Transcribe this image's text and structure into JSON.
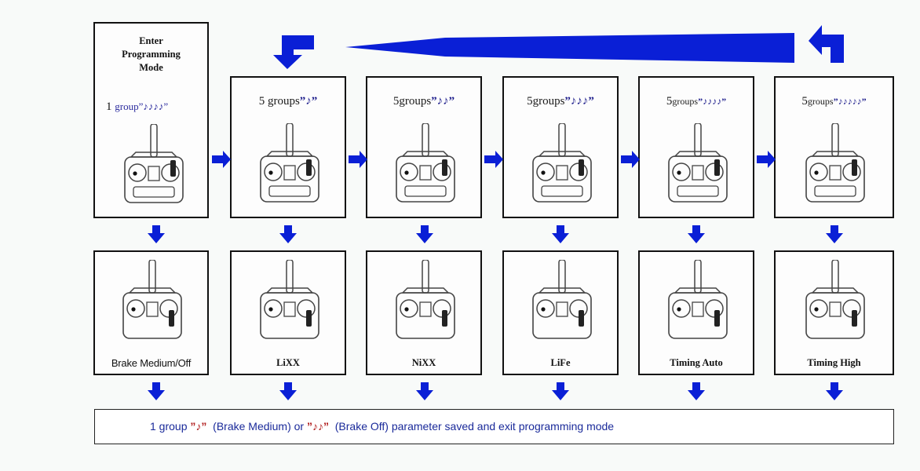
{
  "enter_box": {
    "title_line1": "Enter",
    "title_line2": "Programming",
    "title_line3": "Mode",
    "group_prefix": "1",
    "group_word": "group",
    "group_notes": "”♪♪♪♪”"
  },
  "top_boxes": [
    {
      "count": "5",
      "word": "groups",
      "notes": "”♪”"
    },
    {
      "count": "5",
      "word": "groups",
      "notes": "”♪♪”"
    },
    {
      "count": "5",
      "word": "groups",
      "notes": "”♪♪♪”"
    },
    {
      "count": "5",
      "word": "groups",
      "notes": "”♪♪♪♪”"
    },
    {
      "count": "5",
      "word": "groups",
      "notes": "”♪♪♪♪♪”"
    }
  ],
  "bottom_labels": [
    "Brake Medium/Off",
    "LiXX",
    "NiXX",
    "LiFe",
    "Timing Auto",
    "Timing High"
  ],
  "footer": {
    "part1": "1 group",
    "note1": "”♪”",
    "part2": "(Brake Medium) or",
    "note2": "”♪♪”",
    "part3": "(Brake Off) parameter saved and exit programming mode"
  },
  "colors": {
    "arrow": "#0a1fd6",
    "notes": "#1e1e8c",
    "footer_text": "#1a2a9a"
  }
}
